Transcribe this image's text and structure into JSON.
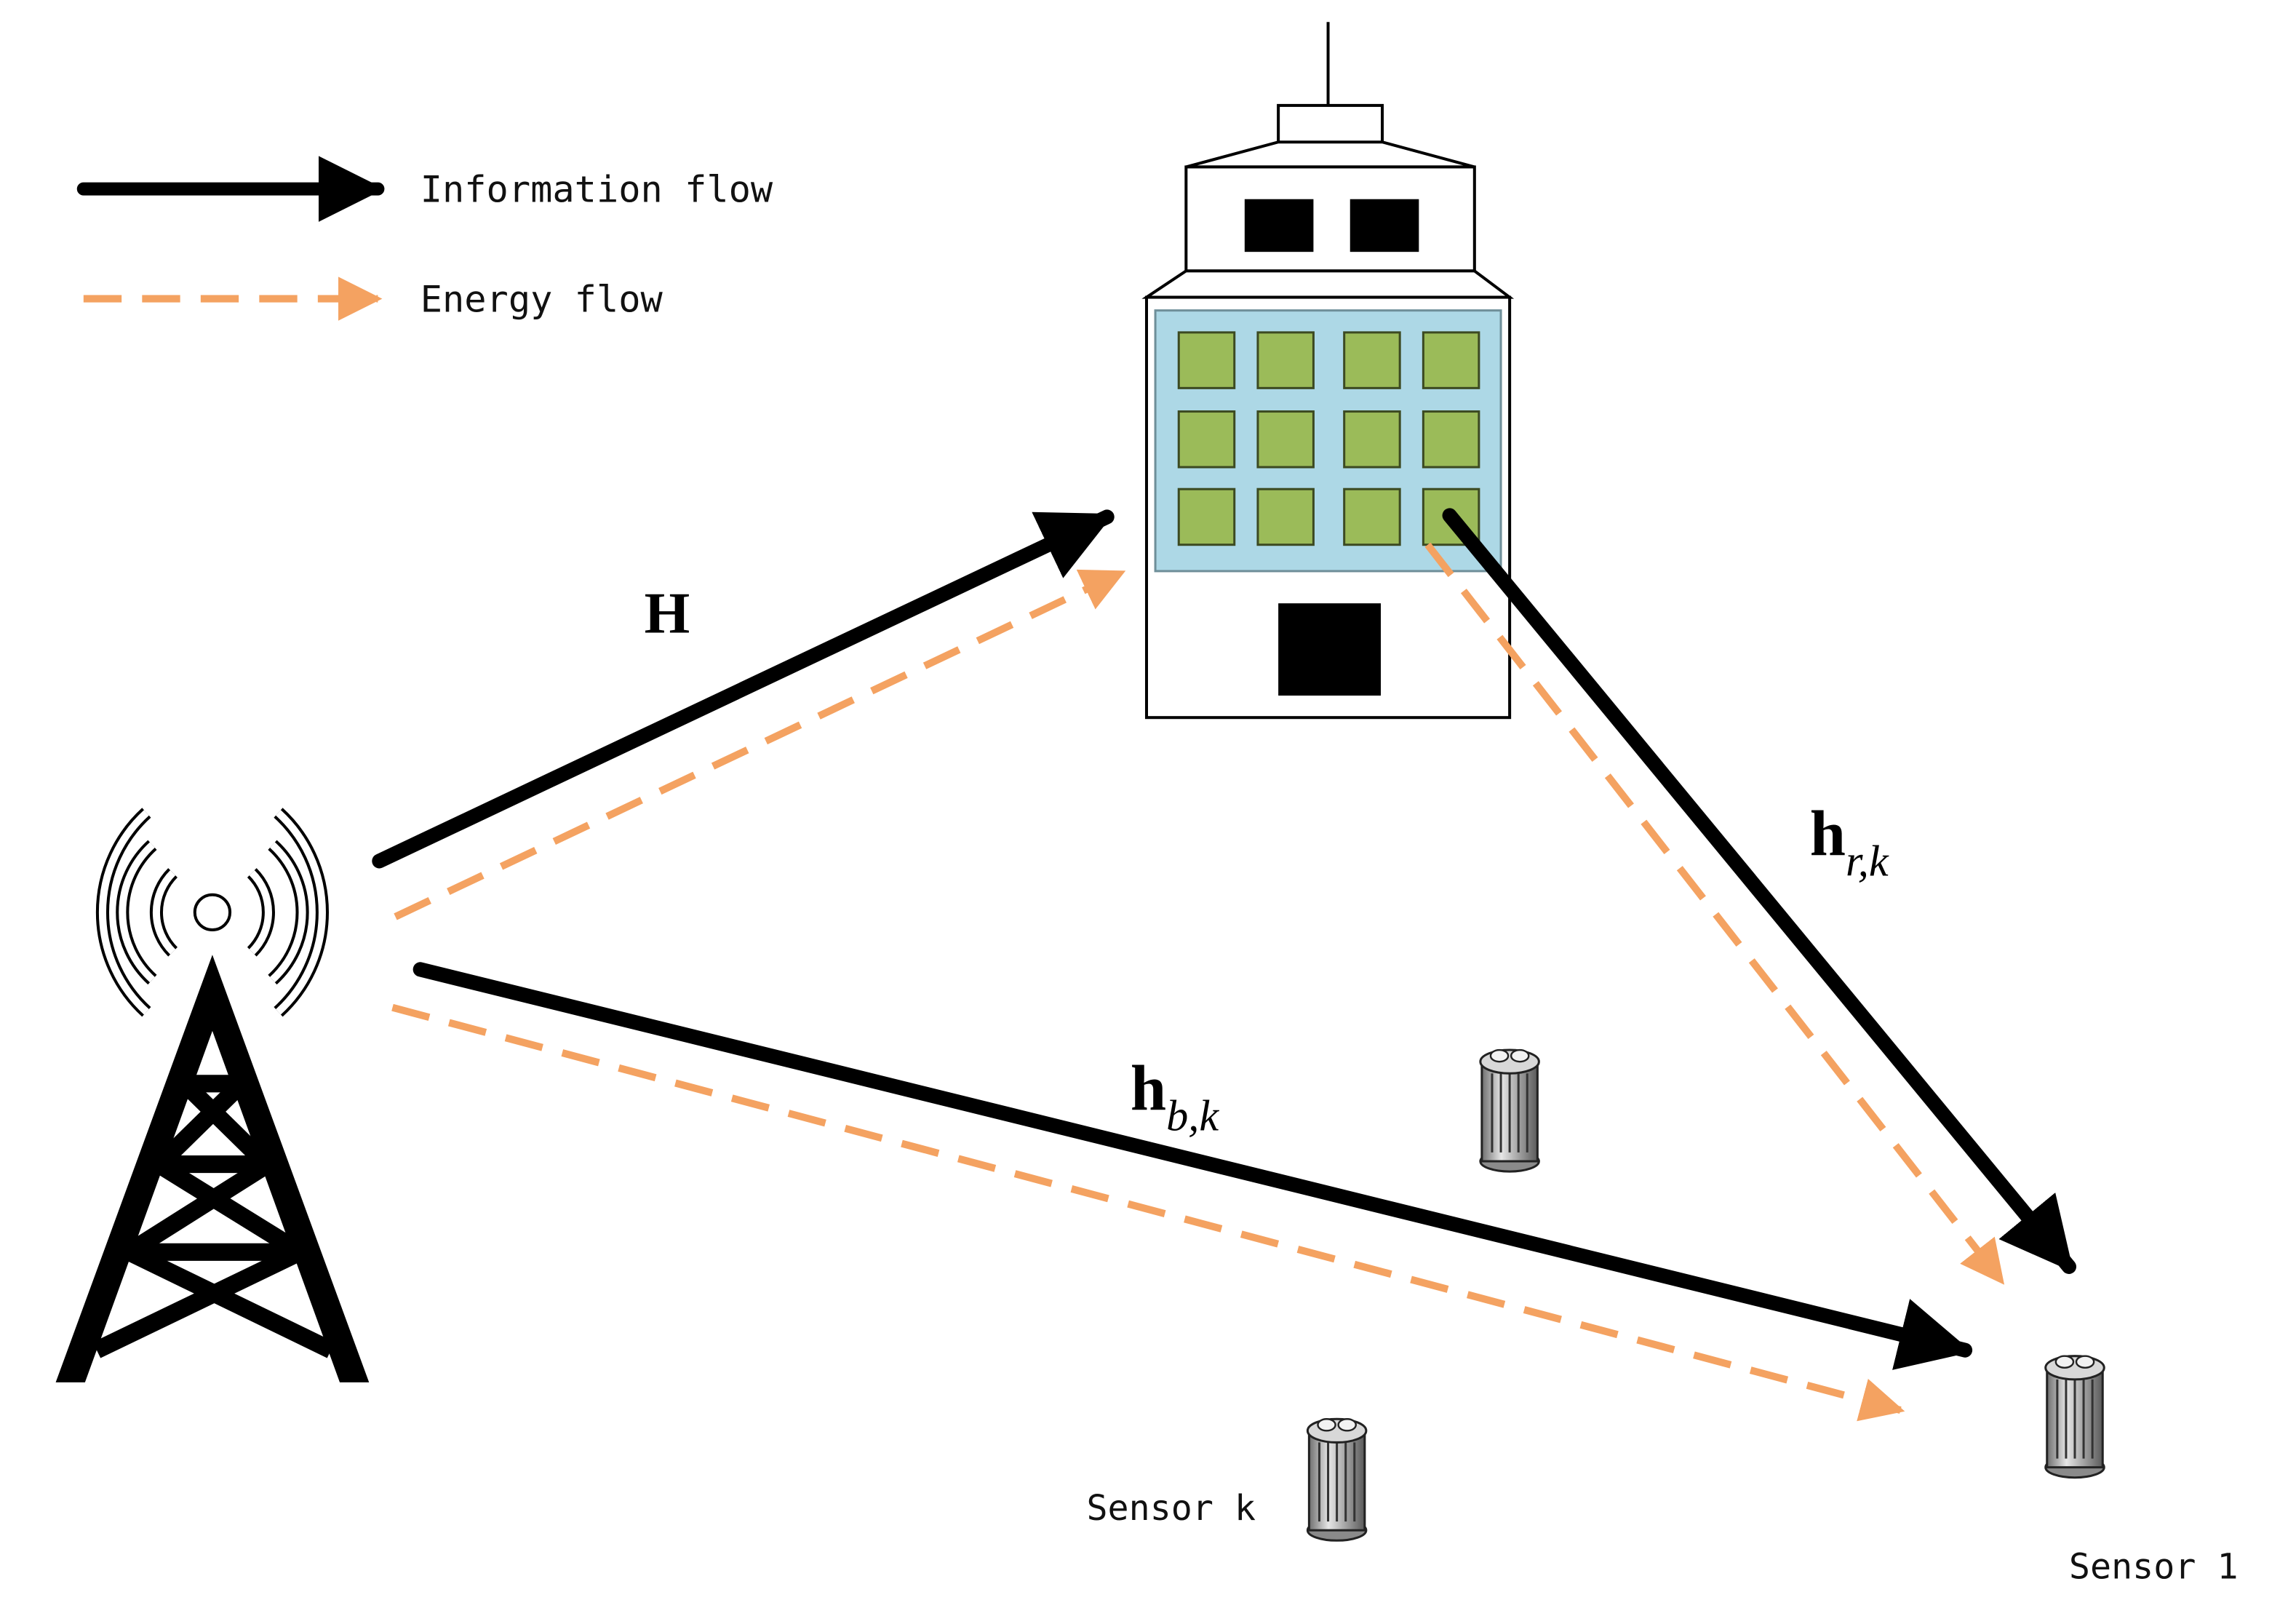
{
  "legend": {
    "information_label": "Information flow",
    "energy_label": "Energy flow"
  },
  "channels": {
    "bs_irs": {
      "main": "H",
      "sub": ""
    },
    "irs_user": {
      "main": "h",
      "sub": "r,k"
    },
    "bs_user": {
      "main": "h",
      "sub": "b,k"
    }
  },
  "sensors": {
    "sensor_k_label": "Sensor k",
    "sensor_1_label": "Sensor 1"
  },
  "colors": {
    "information_flow": "#000000",
    "energy_flow": "#f4a261",
    "irs_panel": "#add8e6",
    "irs_element": "#9bbb59"
  }
}
